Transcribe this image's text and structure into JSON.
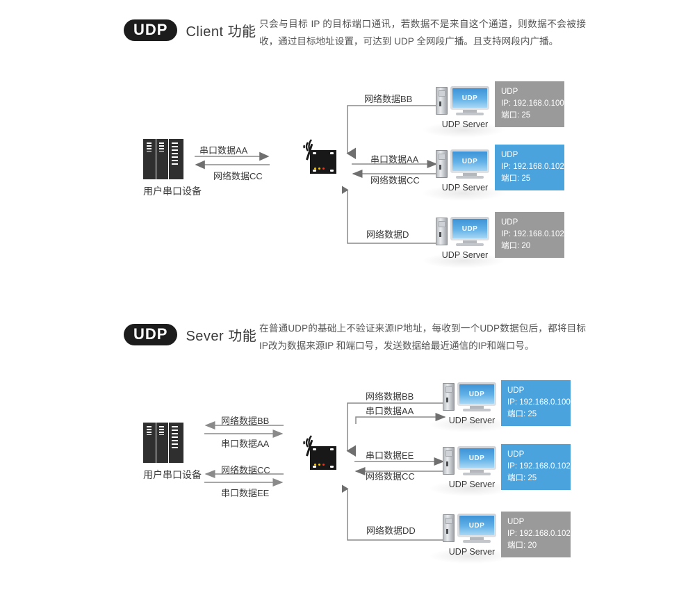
{
  "sections": [
    {
      "id": "udp-client",
      "badge": "UDP",
      "title": "Client 功能",
      "description": "只会与目标 IP 的目标端口通讯，若数据不是来自这个通道，则数据不会被接收，通过目标地址设置，可达到 UDP 全网段广播。且支持网段内广播。",
      "device": {
        "label": "用户串口设备"
      },
      "device_arrows": [
        {
          "label": "串口数据AA",
          "direction": "right"
        },
        {
          "label": "网络数据CC",
          "direction": "left"
        }
      ],
      "module": {
        "leds": [
          "#f2c40f",
          "#f2c40f",
          "#e03b24"
        ]
      },
      "branches": [
        {
          "labels": [
            {
              "label": "网络数据BB",
              "direction": "down"
            }
          ],
          "server": {
            "label": "UDP Server",
            "screen_text": "UDP"
          },
          "info": {
            "proto": "UDP",
            "ip": "IP: 192.168.0.100",
            "port": "端口: 25",
            "color": "gray"
          }
        },
        {
          "labels": [
            {
              "label": "串口数据AA",
              "direction": "right"
            },
            {
              "label": "网络数据CC",
              "direction": "left"
            }
          ],
          "server": {
            "label": "UDP Server",
            "screen_text": "UDP"
          },
          "info": {
            "proto": "UDP",
            "ip": "IP: 192.168.0.102",
            "port": "端口: 25",
            "color": "blue"
          }
        },
        {
          "labels": [
            {
              "label": "网络数据D",
              "direction": "up"
            }
          ],
          "server": {
            "label": "UDP Server",
            "screen_text": "UDP"
          },
          "info": {
            "proto": "UDP",
            "ip": "IP: 192.168.0.102",
            "port": "端口: 20",
            "color": "gray"
          }
        }
      ]
    },
    {
      "id": "udp-server",
      "badge": "UDP",
      "title": "Sever 功能",
      "description": "在普通UDP的基础上不验证来源IP地址，每收到一个UDP数据包后，都将目标IP改为数据来源IP 和端口号，发送数据给最近通信的IP和端口号。",
      "device": {
        "label": "用户串口设备"
      },
      "device_arrows": [
        {
          "label": "网络数据BB",
          "direction": "left"
        },
        {
          "label": "串口数据AA",
          "direction": "right"
        },
        {
          "label": "网络数据CC",
          "direction": "left"
        },
        {
          "label": "串口数据EE",
          "direction": "right"
        }
      ],
      "module": {
        "leds": [
          "#f2c40f",
          "#f2c40f",
          "#e03b24"
        ]
      },
      "branches": [
        {
          "labels": [
            {
              "label": "网络数据BB",
              "direction": "down"
            },
            {
              "label": "串口数据AA",
              "direction": "right"
            }
          ],
          "server": {
            "label": "UDP Server",
            "screen_text": "UDP"
          },
          "info": {
            "proto": "UDP",
            "ip": "IP: 192.168.0.100",
            "port": "端口: 25",
            "color": "blue"
          }
        },
        {
          "labels": [
            {
              "label": "串口数据EE",
              "direction": "right"
            },
            {
              "label": "网络数据CC",
              "direction": "left"
            }
          ],
          "server": {
            "label": "UDP Server",
            "screen_text": "UDP"
          },
          "info": {
            "proto": "UDP",
            "ip": "IP: 192.168.0.102",
            "port": "端口: 25",
            "color": "blue"
          }
        },
        {
          "labels": [
            {
              "label": "网络数据DD",
              "direction": "up"
            }
          ],
          "server": {
            "label": "UDP Server",
            "screen_text": "UDP"
          },
          "info": {
            "proto": "UDP",
            "ip": "IP: 192.168.0.102",
            "port": "端口: 20",
            "color": "gray"
          }
        }
      ]
    }
  ]
}
